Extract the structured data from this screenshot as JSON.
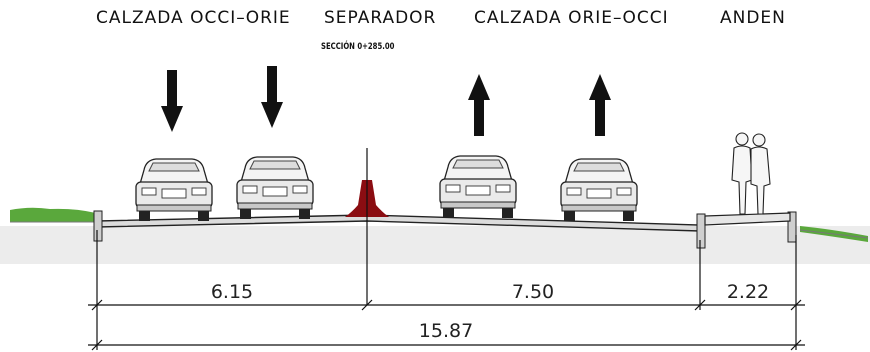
{
  "labels": {
    "carriageway_west_east": "CALZADA OCCI–ORIE",
    "separator": "SEPARADOR",
    "carriageway_east_west": "CALZADA ORIE–OCCI",
    "sidewalk": "ANDEN",
    "section": "SECCIÓN 0+285.00"
  },
  "dimensions": {
    "carriageway_west_east": "6.15",
    "carriageway_east_west": "7.50",
    "sidewalk": "2.22",
    "total": "15.87"
  },
  "colors": {
    "ink": "#1a1a1a",
    "grass": "#5aa83c",
    "separator": "#8b0d12",
    "ground": "#e9e9e9",
    "car": "#cfcfcf"
  }
}
